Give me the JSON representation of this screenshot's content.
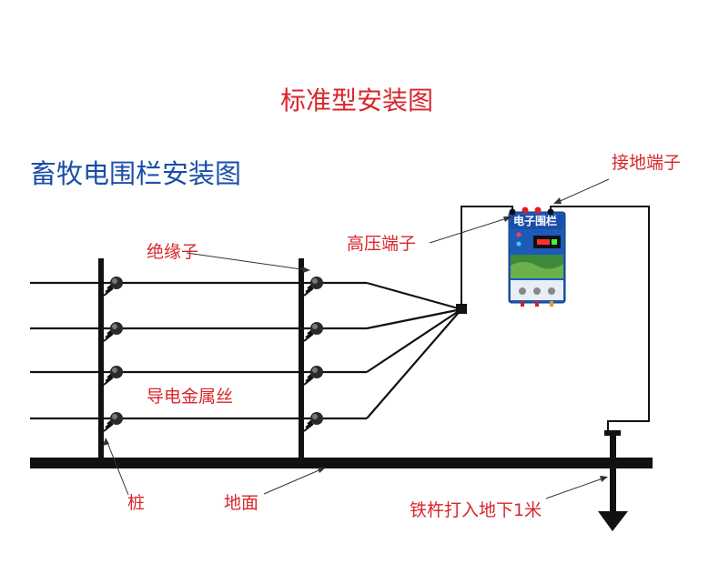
{
  "main_title": "标准型安装图",
  "subtitle": "畜牧电围栏安装图",
  "labels": {
    "insulator": "绝缘子",
    "high_voltage_terminal": "高压端子",
    "ground_terminal": "接地端子",
    "conductive_wire": "导电金属丝",
    "post": "桩",
    "ground": "地面",
    "rod": "铁杵打入地下1米"
  },
  "device": {
    "brand": "电子围栏"
  },
  "colors": {
    "label_red": "#d8262b",
    "title_blue": "#1a4ea8",
    "line_black": "#111111",
    "device_blue": "#1d5bb8"
  }
}
